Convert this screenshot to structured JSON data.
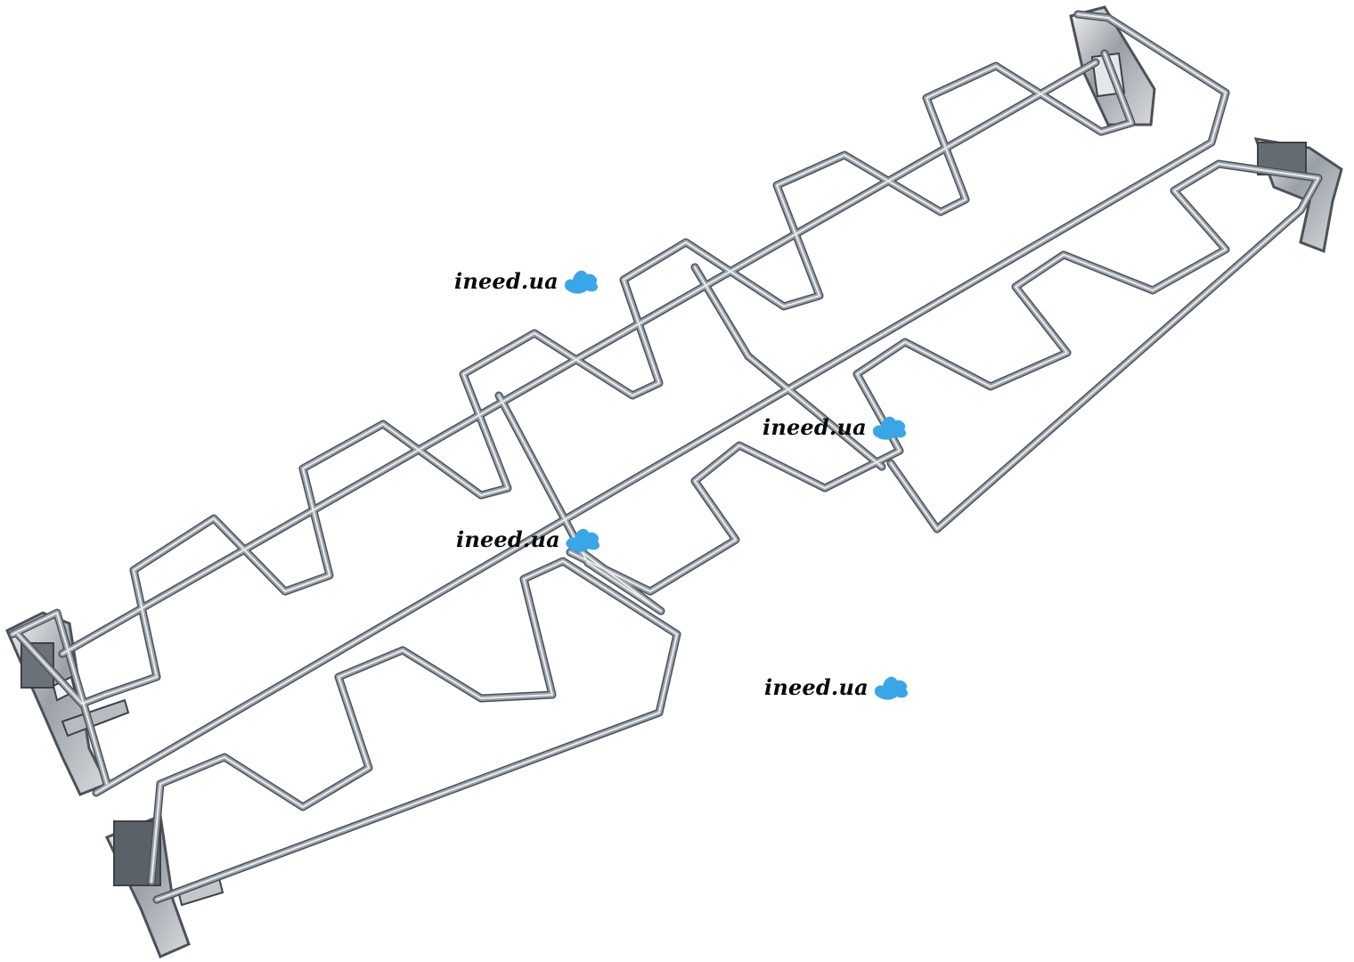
{
  "image": {
    "subject": "chrome-wire-rack",
    "background_color": "#ffffff",
    "wire_color": "#8a8f96",
    "wire_highlight": "#e9ecef",
    "wire_shadow": "#4d5259",
    "bracket_color": "#9aa0a7"
  },
  "watermarks": [
    {
      "text": "ineed.ua",
      "blob_color": "#39a6e8"
    },
    {
      "text": "ineed.ua",
      "blob_color": "#39a6e8"
    },
    {
      "text": "ineed.ua",
      "blob_color": "#39a6e8"
    },
    {
      "text": "ineed.ua",
      "blob_color": "#39a6e8"
    }
  ]
}
